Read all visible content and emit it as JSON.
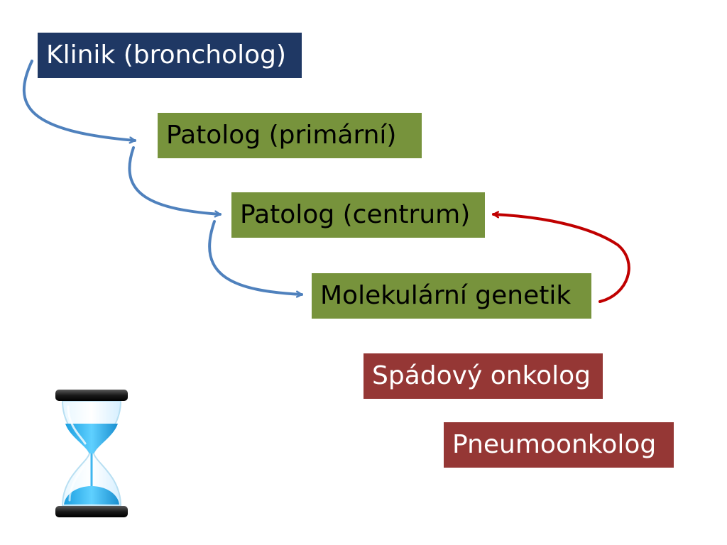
{
  "diagram": {
    "nodes": [
      {
        "id": "klinik",
        "label": "Klinik (broncholog)",
        "color": "#1f3864"
      },
      {
        "id": "patolog_primarni",
        "label": "Patolog (primární)",
        "color": "#77933c"
      },
      {
        "id": "patolog_centrum",
        "label": "Patolog (centrum)",
        "color": "#77933c"
      },
      {
        "id": "molekularni_genetik",
        "label": "Molekulární genetik",
        "color": "#77933c"
      },
      {
        "id": "spadovy_onkolog",
        "label": "Spádový onkolog",
        "color": "#953735"
      },
      {
        "id": "pneumoonkolog",
        "label": "Pneumoonkolog",
        "color": "#953735"
      }
    ],
    "edges": [
      {
        "from": "klinik",
        "to": "patolog_primarni",
        "color": "#4f81bd"
      },
      {
        "from": "patolog_primarni",
        "to": "patolog_centrum",
        "color": "#4f81bd"
      },
      {
        "from": "patolog_centrum",
        "to": "molekularni_genetik",
        "color": "#4f81bd"
      },
      {
        "from": "molekularni_genetik",
        "to": "patolog_centrum",
        "color": "#c00000"
      }
    ]
  },
  "icons": {
    "hourglass": "hourglass-icon"
  }
}
